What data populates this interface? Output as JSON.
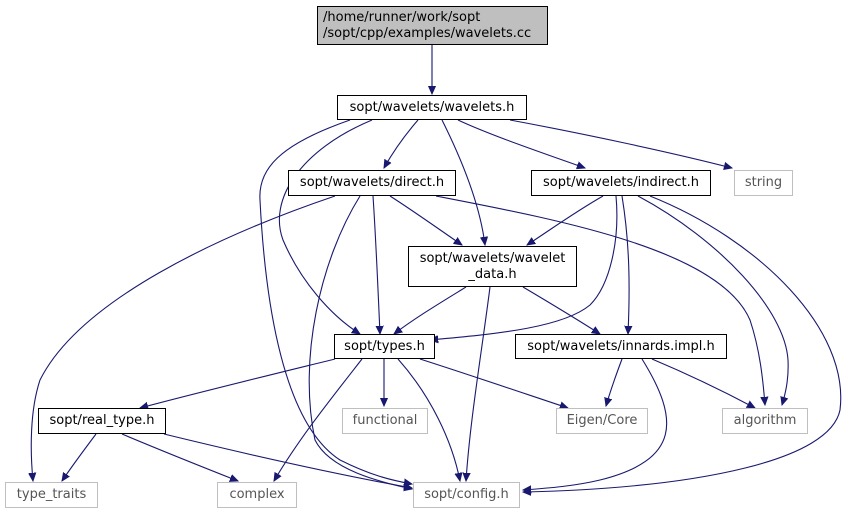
{
  "graph": {
    "root": {
      "line1": "/home/runner/work/sopt",
      "line2": "/sopt/cpp/examples/wavelets.cc"
    },
    "nodes": {
      "wavelets_h": "sopt/wavelets/wavelets.h",
      "direct_h": "sopt/wavelets/direct.h",
      "indirect_h": "sopt/wavelets/indirect.h",
      "string": "string",
      "wavelet_data_line1": "sopt/wavelets/wavelet",
      "wavelet_data_line2": "_data.h",
      "types_h": "sopt/types.h",
      "innards_impl_h": "sopt/wavelets/innards.impl.h",
      "real_type_h": "sopt/real_type.h",
      "functional": "functional",
      "eigen_core": "Eigen/Core",
      "algorithm": "algorithm",
      "type_traits": "type_traits",
      "complex": "complex",
      "config_h": "sopt/config.h"
    },
    "colors": {
      "edge": "#191970",
      "root_fill": "#bfbfbf",
      "external_border": "#bfbfbf",
      "node_border": "#000000"
    }
  }
}
